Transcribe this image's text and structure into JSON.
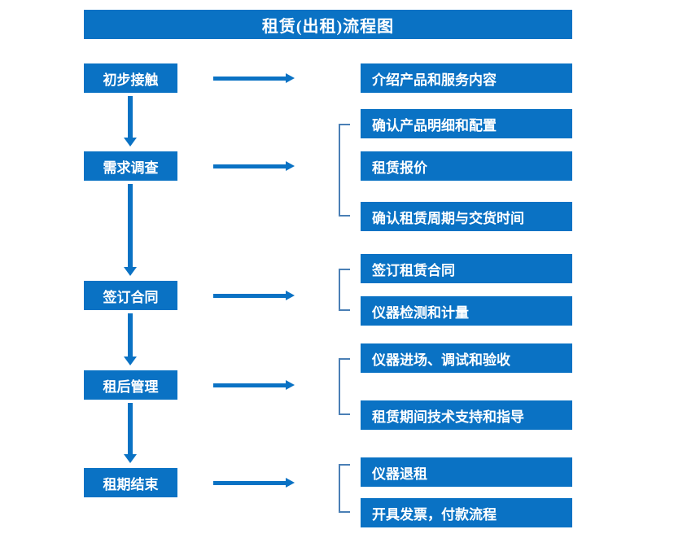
{
  "title": "租赁(出租)流程图",
  "colors": {
    "box_fill": "#0a72c4",
    "box_text": "#ffffff",
    "arrow": "#0a72c4",
    "bracket": "#4a7fb5",
    "background": "#ffffff"
  },
  "stages": [
    {
      "label": "初步接触"
    },
    {
      "label": "需求调查"
    },
    {
      "label": "签订合同"
    },
    {
      "label": "租后管理"
    },
    {
      "label": "租期结束"
    }
  ],
  "details": [
    {
      "label": "介绍产品和服务内容"
    },
    {
      "label": "确认产品明细和配置"
    },
    {
      "label": "租赁报价"
    },
    {
      "label": "确认租赁周期与交货时间"
    },
    {
      "label": "签订租赁合同"
    },
    {
      "label": "仪器检测和计量"
    },
    {
      "label": "仪器进场、调试和验收"
    },
    {
      "label": "租赁期间技术支持和指导"
    },
    {
      "label": "仪器退租"
    },
    {
      "label": "开具发票，付款流程"
    }
  ],
  "groups": [
    {
      "stage": "需求调查",
      "details": [
        "确认产品明细和配置",
        "租赁报价",
        "确认租赁周期与交货时间"
      ]
    },
    {
      "stage": "签订合同",
      "details": [
        "签订租赁合同",
        "仪器检测和计量"
      ]
    },
    {
      "stage": "租后管理",
      "details": [
        "仪器进场、调试和验收",
        "租赁期间技术支持和指导"
      ]
    },
    {
      "stage": "租期结束",
      "details": [
        "仪器退租",
        "开具发票，付款流程"
      ]
    }
  ]
}
